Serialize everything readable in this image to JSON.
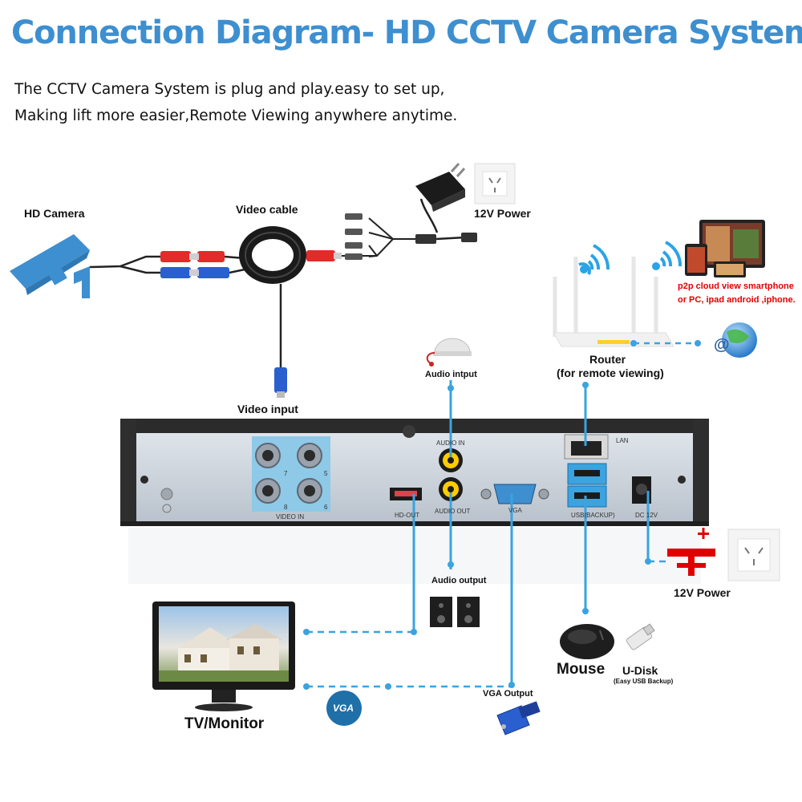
{
  "title": "Connection Diagram- HD CCTV Camera System",
  "intro": {
    "line1": "The CCTV Camera System is plug and play.easy to set up,",
    "line2": "Making lift more easier,Remote Viewing anywhere anytime."
  },
  "labels": {
    "hd_camera": "HD Camera",
    "video_cable": "Video cable",
    "power_top": "12V Power",
    "p2p_line1": "p2p cloud  view smartphone",
    "p2p_line2": "or PC, ipad android ,iphone.",
    "router_line1": "Router",
    "router_line2": "(for remote viewing)",
    "audio_input": "Audio intput",
    "video_input": "Video input",
    "audio_output": "Audio output",
    "power_bottom": "12V Power",
    "mouse": "Mouse",
    "udisk": "U-Disk",
    "udisk_sub": "(Easy USB Backup)",
    "vga_output": "VGA Output",
    "vga_badge": "VGA",
    "tv_monitor": "TV/Monitor"
  },
  "panel": {
    "video_in": "VIDEO IN",
    "ch7": "7",
    "ch5": "5",
    "ch8": "8",
    "ch6": "6",
    "audio_in": "AUDIO IN",
    "audio_out": "AUDIO OUT",
    "hd_out": "HD-OUT",
    "vga": "VGA",
    "usb": "USB(BACKUP)",
    "lan": "LAN",
    "dc12v": "DC 12V"
  },
  "colors": {
    "title": "#3d8fd0",
    "wire": "#3aa3e0",
    "accent_red": "#e00000",
    "panel_bg": "#c8d0d8",
    "bnc_block": "#8ec9e8"
  },
  "icons": [
    "camera-icon",
    "wifi-icon",
    "globe-icon",
    "speaker-icon",
    "mouse-icon",
    "usb-drive-icon",
    "vga-plug-icon",
    "outlet-icon",
    "power-adapter-icon",
    "router-icon",
    "microphone-icon"
  ]
}
